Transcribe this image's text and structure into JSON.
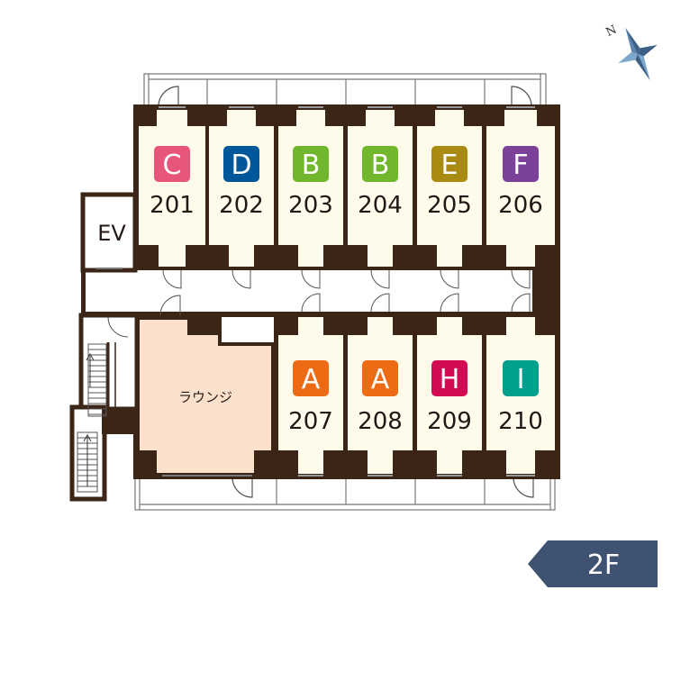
{
  "floor": {
    "label": "2F",
    "color": "#3f5272"
  },
  "colors": {
    "wall": "#3a2516",
    "room": "#fffbea",
    "lounge": "#fbe1cb",
    "line": "#777777"
  },
  "compass": {
    "north_label": "N",
    "color": "#3d6087"
  },
  "elevator": {
    "label": "EV"
  },
  "lounge": {
    "label": "ラウンジ"
  },
  "units": [
    {
      "number": "201",
      "type": "C",
      "color": "#e8557a"
    },
    {
      "number": "202",
      "type": "D",
      "color": "#00589b"
    },
    {
      "number": "203",
      "type": "B",
      "color": "#70b72d"
    },
    {
      "number": "204",
      "type": "B",
      "color": "#70b72d"
    },
    {
      "number": "205",
      "type": "E",
      "color": "#a98a12"
    },
    {
      "number": "206",
      "type": "F",
      "color": "#7c429a"
    },
    {
      "number": "207",
      "type": "A",
      "color": "#ec6b14"
    },
    {
      "number": "208",
      "type": "A",
      "color": "#ec6b14"
    },
    {
      "number": "209",
      "type": "H",
      "color": "#d10b54"
    },
    {
      "number": "210",
      "type": "I",
      "color": "#00a08f"
    }
  ]
}
